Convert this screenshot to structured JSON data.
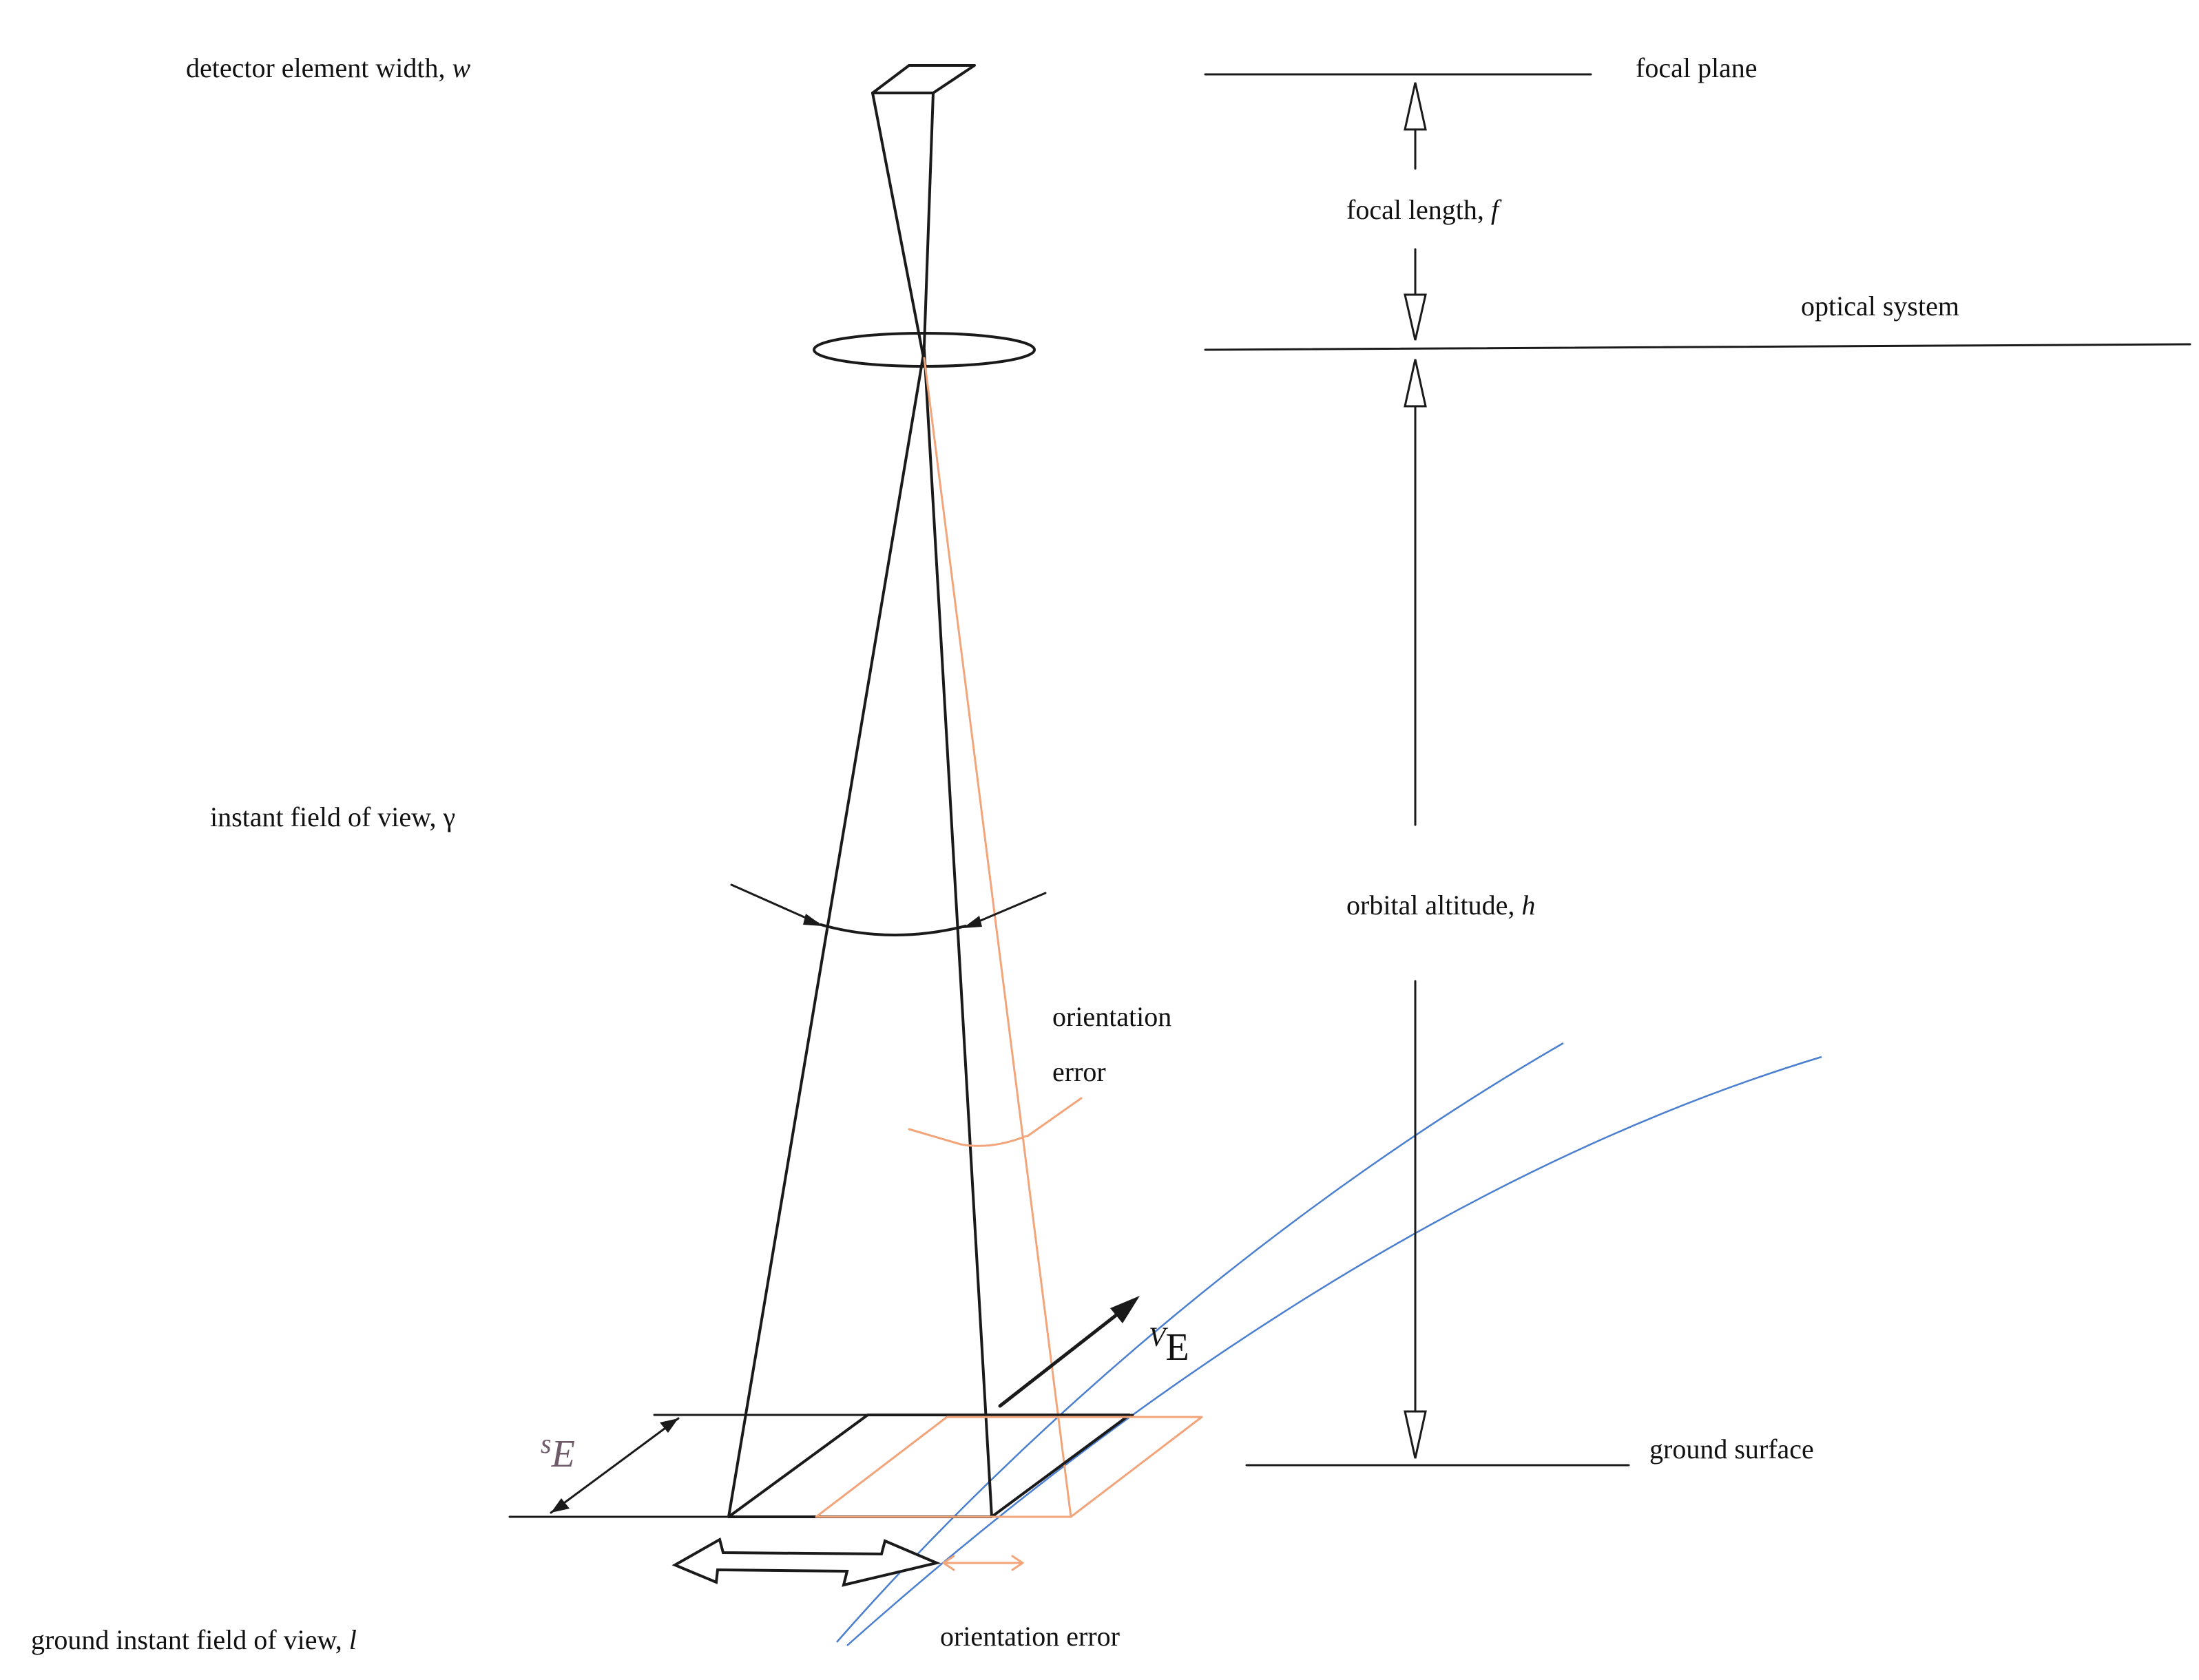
{
  "labels": {
    "detector_width": "detector element width, ",
    "detector_width_var": "w",
    "focal_plane": "focal plane",
    "focal_length": "focal length, ",
    "focal_length_var": "f",
    "optical_system": "optical system",
    "ifov": "instant field of view, γ",
    "orbital_altitude": "orbital altitude, ",
    "orbital_altitude_var": "h",
    "orientation_error_top_line1": "orientation",
    "orientation_error_top_line2": "error",
    "velocity_var": "V",
    "velocity_sub": "E",
    "swath_var": "s",
    "swath_sub": "E",
    "ground_surface": "ground surface",
    "gifov": "ground instant field of view, ",
    "gifov_var": "l",
    "orientation_error_bottom": "orientation error"
  },
  "colors": {
    "line": "#1a1a1a",
    "orientation": "#f2a57a",
    "track": "#4a7fd0",
    "swath_label": "#6e5a68"
  }
}
